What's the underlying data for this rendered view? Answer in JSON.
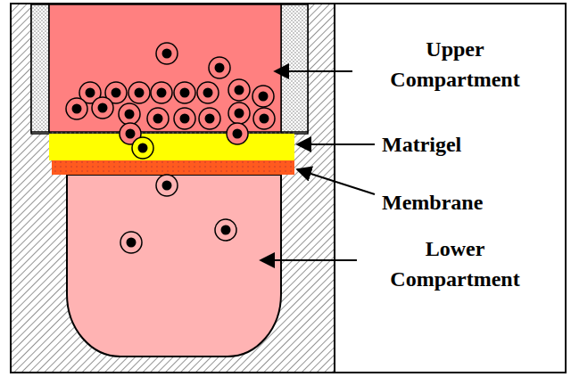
{
  "diagram": {
    "labels": [
      "Upper Compartment",
      "Matrigel",
      "Membrane",
      "Lower Compartment"
    ]
  }
}
